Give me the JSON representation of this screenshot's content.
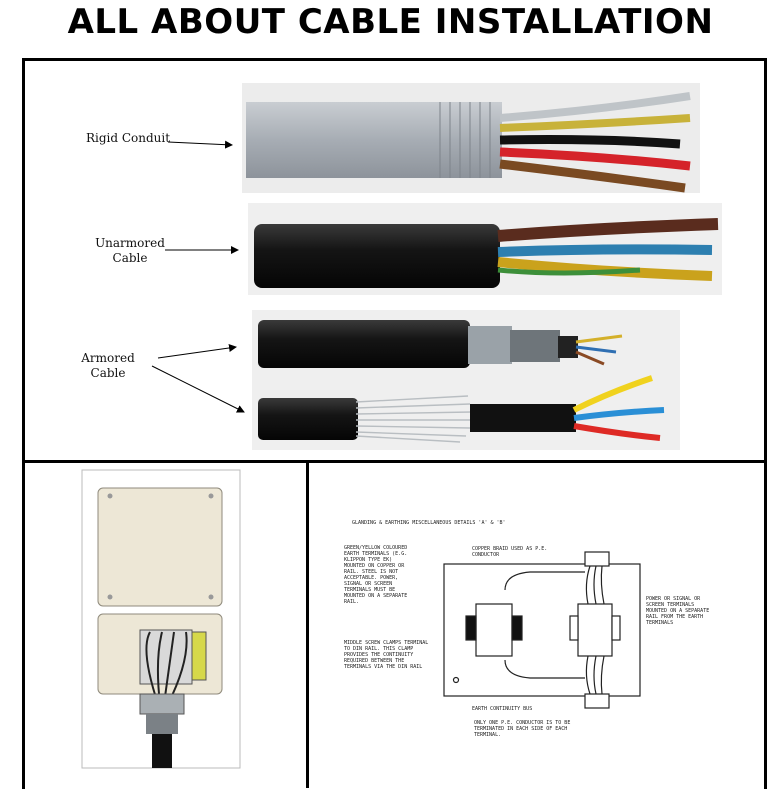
{
  "title": "ALL ABOUT CABLE INSTALLATION",
  "cables": {
    "rigid_conduit": "Rigid Conduit",
    "unarmored_line1": "Unarmored",
    "unarmored_line2": "Cable",
    "armored_line1": "Armored",
    "armored_line2": "Cable"
  },
  "diagram": {
    "heading": "GLANDING & EARTHING MISCELLANEOUS DETAILS 'A' & 'B'",
    "note_earth_terminals": "GREEN/YELLOW COLOURED EARTH TERMINALS (E.G. KLIPPON TYPE EK) MOUNTED ON COPPER OR RAIL. STEEL IS NOT ACCEPTABLE. POWER, SIGNAL OR SCREEN TERMINALS MUST BE MOUNTED ON A SEPARATE RAIL.",
    "note_copper_braid": "COPPER BRAID USED AS P.E. CONDUCTOR",
    "note_power_terminals": "POWER OR SIGNAL OR SCREEN TERMINALS MOUNTED ON A SEPARATE RAIL FROM THE EARTH TERMINALS",
    "note_screw_clamp": "MIDDLE SCREW CLAMPS TERMINAL TO DIN RAIL. THIS CLAMP PROVIDES THE CONTINUITY REQUIRED BETWEEN THE TERMINALS VIA THE DIN RAIL",
    "note_earth_bus": "EARTH CONTINUITY BUS",
    "note_one_conductor": "ONLY ONE P.E. CONDUCTOR IS TO BE TERMINATED IN EACH SIDE OF EACH TERMINAL."
  }
}
